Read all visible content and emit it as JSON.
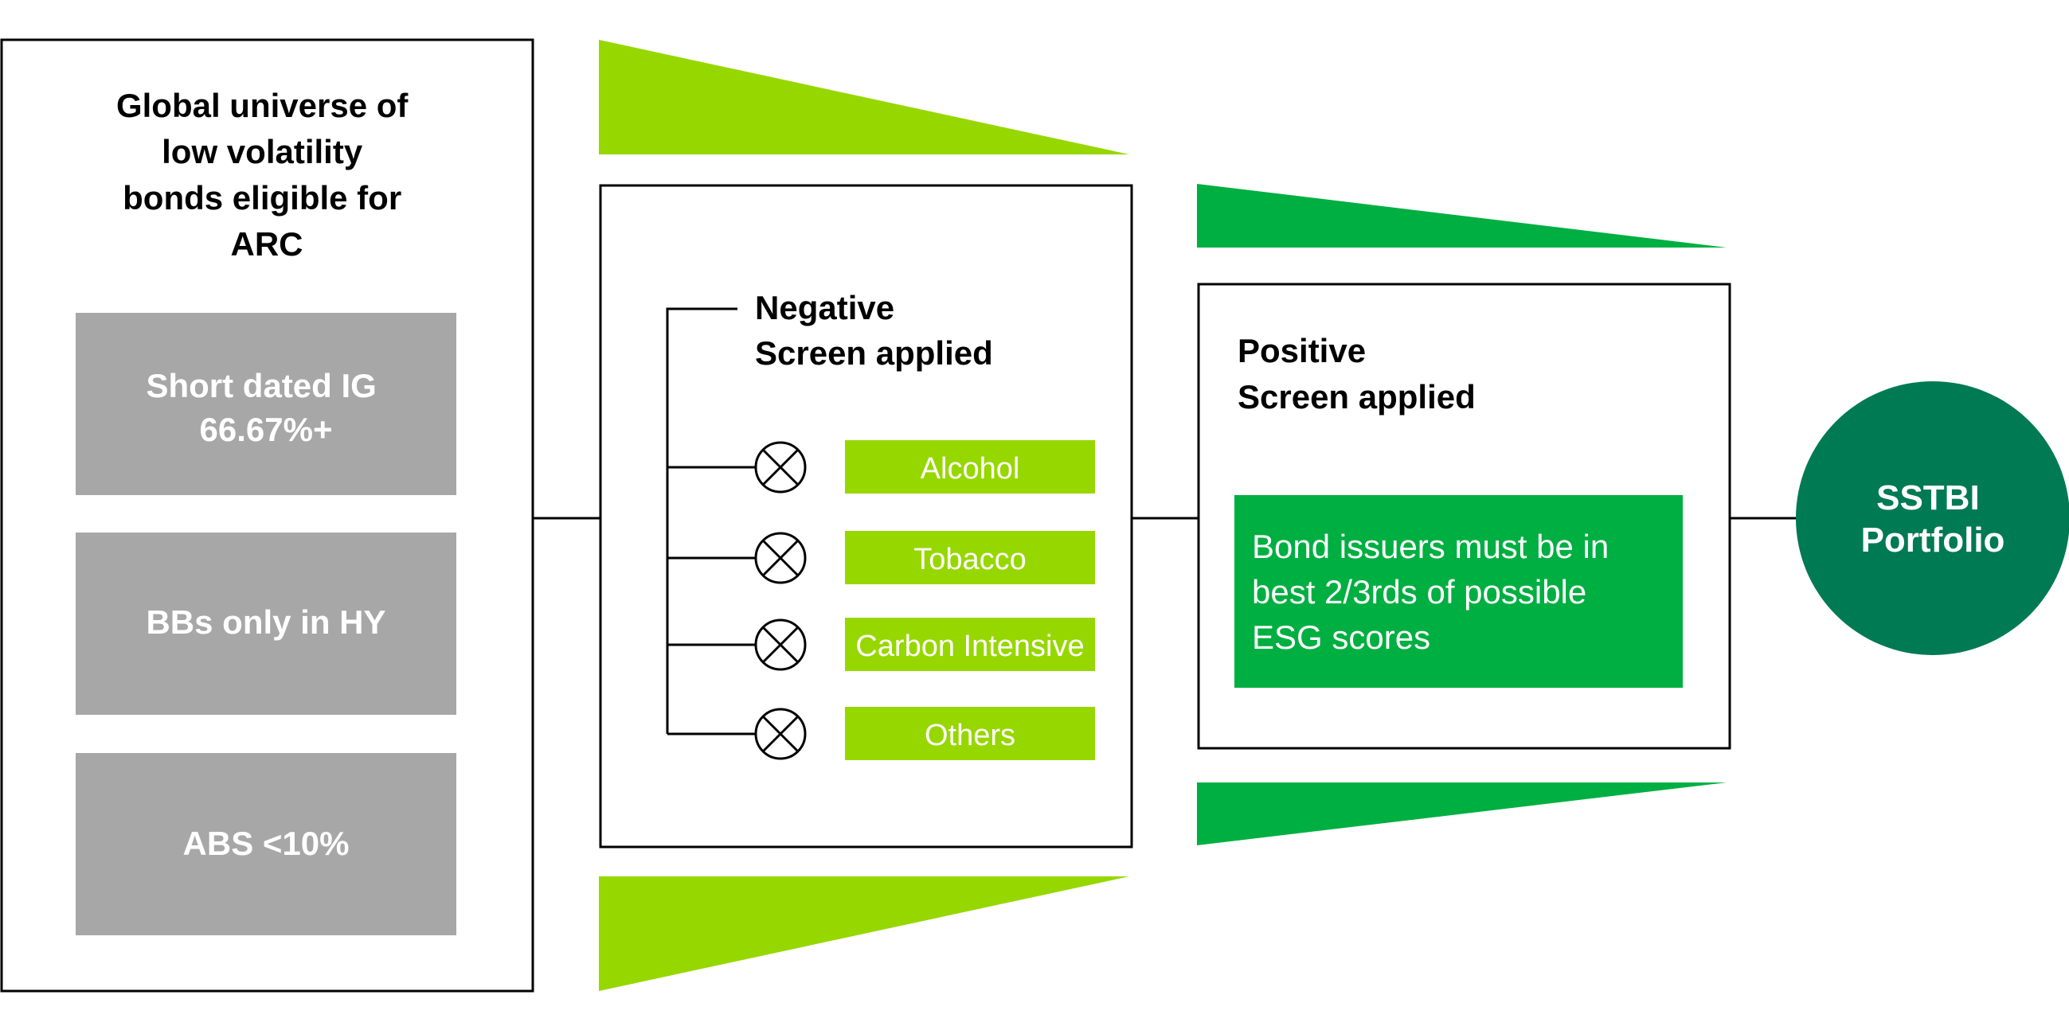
{
  "colors": {
    "lime": "#97D700",
    "green": "#00AF41",
    "dark_green": "#007A53",
    "grey": "#A7A7A7",
    "line": "#000000",
    "white": "#FFFFFF"
  },
  "universe": {
    "title_lines": [
      "Global universe of",
      "low volatility",
      "bonds eligible for",
      "ARC"
    ],
    "boxes": [
      {
        "lines": [
          "Short dated IG",
          "66.67%+"
        ]
      },
      {
        "lines": [
          "BBs only in HY"
        ]
      },
      {
        "lines": [
          "ABS <10%"
        ]
      }
    ]
  },
  "negative_screen": {
    "title_lines": [
      "Negative",
      "Screen applied"
    ],
    "exclusion_icon": "circled-x-icon",
    "items": [
      "Alcohol",
      "Tobacco",
      "Carbon Intensive",
      "Others"
    ]
  },
  "positive_screen": {
    "title_lines": [
      "Positive",
      "Screen applied"
    ],
    "criteria_lines": [
      "Bond issuers must be in",
      "best 2/3rds of possible",
      "ESG scores"
    ]
  },
  "portfolio": {
    "label_lines": [
      "SSTBI",
      "Portfolio"
    ]
  }
}
